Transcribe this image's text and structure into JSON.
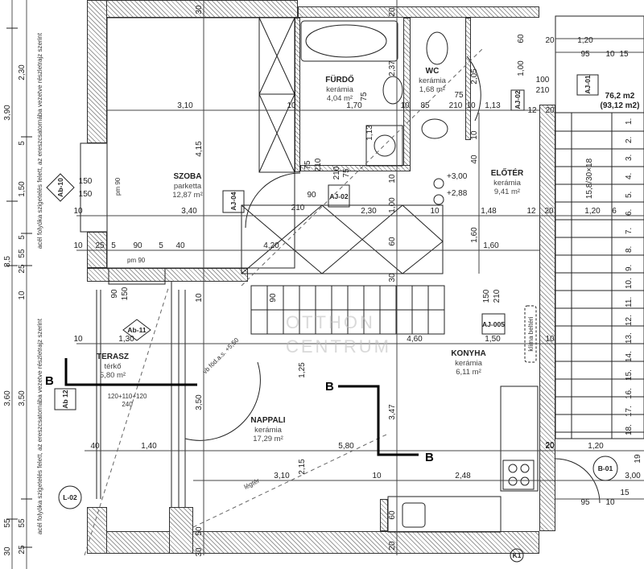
{
  "rooms": [
    {
      "name": "SZOBA",
      "floor": "parketta",
      "area": "12,87 m²"
    },
    {
      "name": "FÜRDŐ",
      "floor": "kerámia",
      "area": "4,04 m²"
    },
    {
      "name": "WC",
      "floor": "kerámia",
      "area": "1,68 m²"
    },
    {
      "name": "ELŐTÉR",
      "floor": "kerámia",
      "area": "9,41 m²"
    },
    {
      "name": "TERASZ",
      "floor": "térkő",
      "area": "5,80 m²"
    },
    {
      "name": "NAPPALI",
      "floor": "kerámia",
      "area": "17,29 m²"
    },
    {
      "name": "KONYHA",
      "floor": "kerámia",
      "area": "6,11 m²"
    }
  ],
  "tags": {
    "ab10": "Ab-10",
    "ab11": "Ab-11",
    "ab12": "Ab 12",
    "aj04": "AJ-04",
    "aj02a": "AJ-02",
    "aj02b": "AJ-02",
    "aj01": "AJ-01",
    "aj005": "AJ-005",
    "l02": "L-02",
    "b01": "B-01",
    "k1": "K1"
  },
  "section_marker": "B",
  "levels": {
    "upper": "+3,00",
    "lower": "+2,88"
  },
  "area_total": "76,2 m2",
  "area_gross": "(93,12 m2)",
  "stair_spec": "15,8/30×18",
  "stair_steps": [
    "1.",
    "2.",
    "3.",
    "4.",
    "5.",
    "6.",
    "7.",
    "8.",
    "9.",
    "10.",
    "11.",
    "12.",
    "13.",
    "14.",
    "15.",
    "16.",
    "17.",
    "18."
  ],
  "notes": {
    "top_left": "acél folyóka szigetelés felett, az ereszcsatornába vezetve részletrajz szerint",
    "bottom_left": "acél folyóka szigetelés felett, az ereszcsatornába vezetve részletrajz szerint",
    "ac": "klíma beltéri",
    "void": "légtér",
    "slab": "vb föd.a.s. +5,50",
    "window_pm_a": "pm 90",
    "window_pm_b": "pm 90",
    "window_size": "120+110+120",
    "window_w": "240"
  },
  "watermark": {
    "line1": "OTTHON",
    "line2": "CENTRUM"
  },
  "dims": {
    "h137": [
      "3,10",
      "1,70",
      "10",
      "85",
      "210",
      "10",
      "1,13",
      "10"
    ],
    "h268": [
      "10",
      "3,40",
      "2,30",
      "10",
      "1,48",
      "12",
      "20",
      "1,20",
      "6"
    ],
    "h311": [
      "10",
      "25",
      "5",
      "90",
      "5",
      "40",
      "4,20",
      "1,60"
    ],
    "h427": [
      "10",
      "1,30",
      "4,60",
      "1,50",
      "10"
    ],
    "h560": [
      "40",
      "1,40",
      "5,80",
      "20",
      "1,20"
    ],
    "h597": [
      "3,10",
      "10",
      "2,48",
      "3,00"
    ],
    "top_right": [
      "20",
      "1,20",
      "95",
      "10",
      "15",
      "20",
      "100",
      "210",
      "12",
      "20"
    ],
    "v15": [
      "3,90",
      "8,5",
      "3,60",
      "55",
      "30"
    ],
    "v33": [
      "2,30",
      "5",
      "1,50",
      "5",
      "55",
      "25",
      "10",
      "3,50",
      "55",
      "25"
    ],
    "v253": [
      "30",
      "4,15",
      "10",
      "1,25",
      "3,50",
      "2,15",
      "50",
      "30"
    ],
    "v493": [
      "20",
      "2,37",
      "1,13",
      "10",
      "1,00",
      "60",
      "30",
      "3,47",
      "60",
      "20"
    ],
    "v595": [
      "2,05",
      "60",
      "1,00",
      "10",
      "40",
      "1,60",
      "150",
      "210"
    ],
    "misc": [
      "150",
      "150",
      "75",
      "210",
      "90",
      "90",
      "210",
      "75",
      "210",
      "75",
      "150",
      "90",
      "19",
      "95",
      "10",
      "15",
      "75"
    ]
  }
}
